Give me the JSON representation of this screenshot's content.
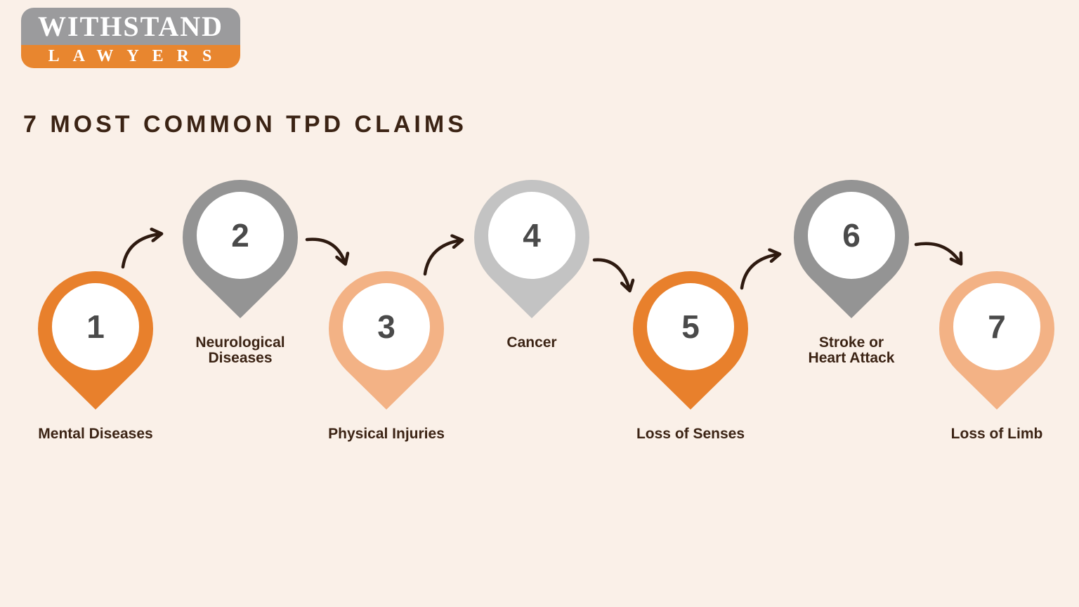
{
  "logo": {
    "name_top": "WITHSTAND",
    "name_bottom": "LAWYERS"
  },
  "title": "7 MOST COMMON TPD CLAIMS",
  "colors": {
    "background": "#FAF0E8",
    "logo_gray": "#9B9B9D",
    "logo_orange": "#E8862F",
    "logo_text": "#FFFFFF",
    "title_text": "#3B2314",
    "label_text": "#3C2415",
    "number_text": "#4A4A4A",
    "arrow": "#2E1A10",
    "pin_inner_white": "#FFFFFF"
  },
  "pins": [
    {
      "number": "1",
      "label": "Mental Diseases",
      "color": "#E8802C",
      "position": "low"
    },
    {
      "number": "2",
      "label": "Neurological\nDiseases",
      "color": "#949494",
      "position": "high"
    },
    {
      "number": "3",
      "label": "Physical Injuries",
      "color": "#F3B285",
      "position": "low"
    },
    {
      "number": "4",
      "label": "Cancer",
      "color": "#C3C3C3",
      "position": "high"
    },
    {
      "number": "5",
      "label": "Loss of Senses",
      "color": "#E8802C",
      "position": "low"
    },
    {
      "number": "6",
      "label": "Stroke or\nHeart Attack",
      "color": "#949494",
      "position": "high"
    },
    {
      "number": "7",
      "label": "Loss of Limb",
      "color": "#F3B285",
      "position": "low"
    }
  ]
}
